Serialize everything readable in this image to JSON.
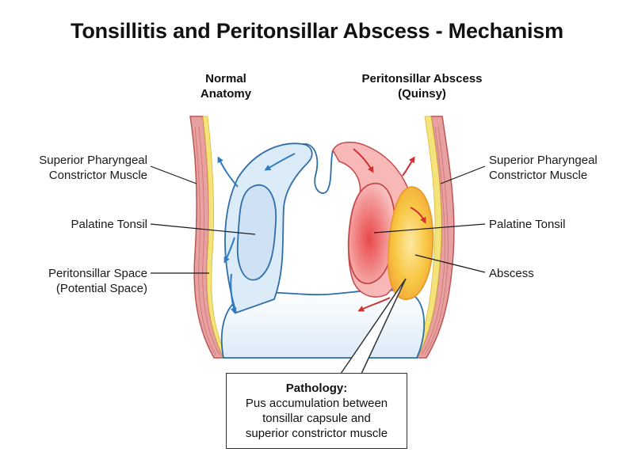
{
  "title": "Tonsillitis and Peritonsillar Abscess - Mechanism",
  "left_panel": {
    "heading_line1": "Normal",
    "heading_line2": "Anatomy",
    "labels": {
      "constrictor_line1": "Superior Pharyngeal",
      "constrictor_line2": "Constrictor Muscle",
      "tonsil": "Palatine Tonsil",
      "space_line1": "Peritonsillar Space",
      "space_line2": "(Potential Space)"
    }
  },
  "right_panel": {
    "heading_line1": "Peritonsillar Abscess",
    "heading_line2": "(Quinsy)",
    "labels": {
      "constrictor_line1": "Superior Pharyngeal",
      "constrictor_line2": "Constrictor Muscle",
      "tonsil": "Palatine Tonsil",
      "abscess": "Abscess"
    }
  },
  "callout": {
    "title": "Pathology:",
    "line1": "Pus accumulation between",
    "line2": "tonsillar capsule and",
    "line3": "superior constrictor muscle"
  },
  "colors": {
    "muscle_fill": "#e9a0a0",
    "muscle_stroke": "#b85858",
    "fat_yellow": "#f4e27a",
    "normal_tissue": "#dcebf8",
    "normal_stroke": "#2f6ea8",
    "normal_arrow": "#2f7bc2",
    "inflamed_fill": "#f2a3a3",
    "inflamed_stroke": "#c44848",
    "abscess_fill": "#f8c642",
    "abscess_stroke": "#e89a2a",
    "inflamed_arrow": "#d03030"
  }
}
